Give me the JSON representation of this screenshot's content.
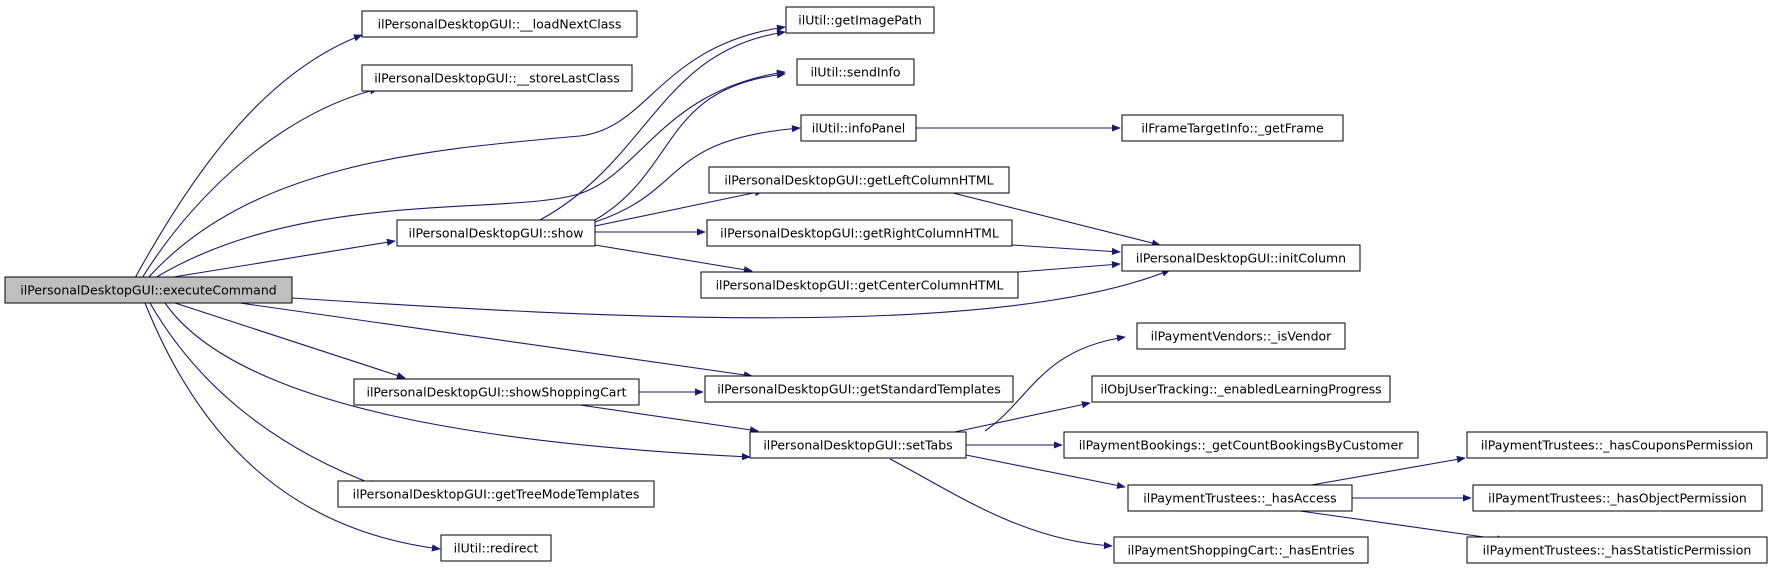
{
  "colors": {
    "edge": "#191970",
    "root_fill": "#bfbfbf",
    "node_fill": "#ffffff",
    "border": "#000000"
  },
  "nodes": {
    "execute_command": "ilPersonalDesktopGUI::executeCommand",
    "load_next_class": "ilPersonalDesktopGUI::__loadNextClass",
    "store_last_class": "ilPersonalDesktopGUI::__storeLastClass",
    "get_image_path": "ilUtil::getImagePath",
    "send_info": "ilUtil::sendInfo",
    "info_panel": "ilUtil::infoPanel",
    "get_frame": "ilFrameTargetInfo::_getFrame",
    "show": "ilPersonalDesktopGUI::show",
    "get_left_column_html": "ilPersonalDesktopGUI::getLeftColumnHTML",
    "get_right_column_html": "ilPersonalDesktopGUI::getRightColumnHTML",
    "get_center_column_html": "ilPersonalDesktopGUI::getCenterColumnHTML",
    "init_column": "ilPersonalDesktopGUI::initColumn",
    "show_shopping_cart": "ilPersonalDesktopGUI::showShoppingCart",
    "get_standard_templates": "ilPersonalDesktopGUI::getStandardTemplates",
    "set_tabs": "ilPersonalDesktopGUI::setTabs",
    "get_tree_mode_templates": "ilPersonalDesktopGUI::getTreeModeTemplates",
    "redirect": "ilUtil::redirect",
    "is_vendor": "ilPaymentVendors::_isVendor",
    "enabled_learning_progress": "ilObjUserTracking::_enabledLearningProgress",
    "count_bookings": "ilPaymentBookings::_getCountBookingsByCustomer",
    "has_access": "ilPaymentTrustees::_hasAccess",
    "has_entries": "ilPaymentShoppingCart::_hasEntries",
    "has_coupons_permission": "ilPaymentTrustees::_hasCouponsPermission",
    "has_object_permission": "ilPaymentTrustees::_hasObjectPermission",
    "has_statistic_permission": "ilPaymentTrustees::_hasStatisticPermission"
  }
}
